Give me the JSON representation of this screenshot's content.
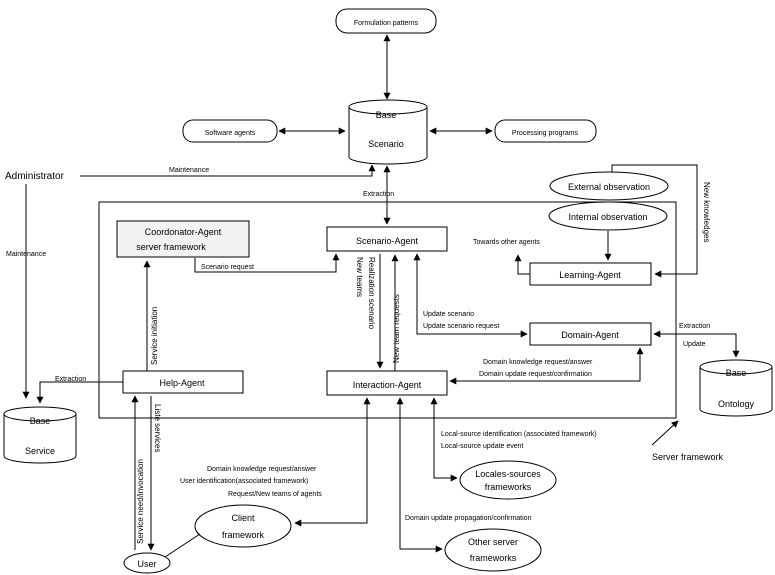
{
  "nodes": {
    "formulation_patterns": "Formulation patterns",
    "base_scenario_1": "Base",
    "base_scenario_2": "Scenario",
    "software_agents": "Software agents",
    "processing_programs": "Processing programs",
    "administrator": "Administrator",
    "external_observation": "External observation",
    "internal_observation": "Internal observation",
    "coordinator_agent": "Coordonator-Agent",
    "coordinator_framework": "server framework",
    "scenario_agent": "Scenario-Agent",
    "learning_agent": "Learning-Agent",
    "domain_agent": "Domain-Agent",
    "help_agent": "Help-Agent",
    "interaction_agent": "Interaction-Agent",
    "base_service_1": "Base",
    "base_service_2": "Service",
    "base_ontology_1": "Base",
    "base_ontology_2": "Ontology",
    "server_framework": "Server framework",
    "locales_sources_1": "Locales-sources",
    "locales_sources_2": "frameworks",
    "client_framework_1": "Client",
    "client_framework_2": "framework",
    "other_server_1": "Other server",
    "other_server_2": "frameworks",
    "user": "User"
  },
  "labels": {
    "maintenance_top": "Maintenance",
    "maintenance_left": "Maintenance",
    "extraction_top": "Extraction",
    "new_knowledges": "New knowledges",
    "towards_other_agents": "Towards other agents",
    "scenario_request": "Scenario request",
    "realization_scenario": "Realization scenario",
    "new_teams": "New teams",
    "new_team_requests": "New team requests",
    "update_scenario": "Update scenario",
    "update_scenario_request": "Update scenario request",
    "extraction_ontology": "Extraction",
    "update_ontology": "Update",
    "domain_knowledge_request_answer": "Domain knowledge request/answer",
    "domain_update_request_confirmation": "Domain update request/confirmation",
    "service_initiation": "Service initiation",
    "extraction_service": "Extraction",
    "list_services": "Liste services",
    "service_need_invocation": "Service need/invocation",
    "local_source_identification": "Local-source identification (associated framework)",
    "local_source_update_event": "Local-source update event",
    "client_domain_knowledge": "Domain knowledge request/answer",
    "client_user_identification": "User identification(associated framework)",
    "client_request_new_teams": "Request/New teams of agents",
    "domain_update_propagation": "Domain update propagation/confirmation"
  }
}
